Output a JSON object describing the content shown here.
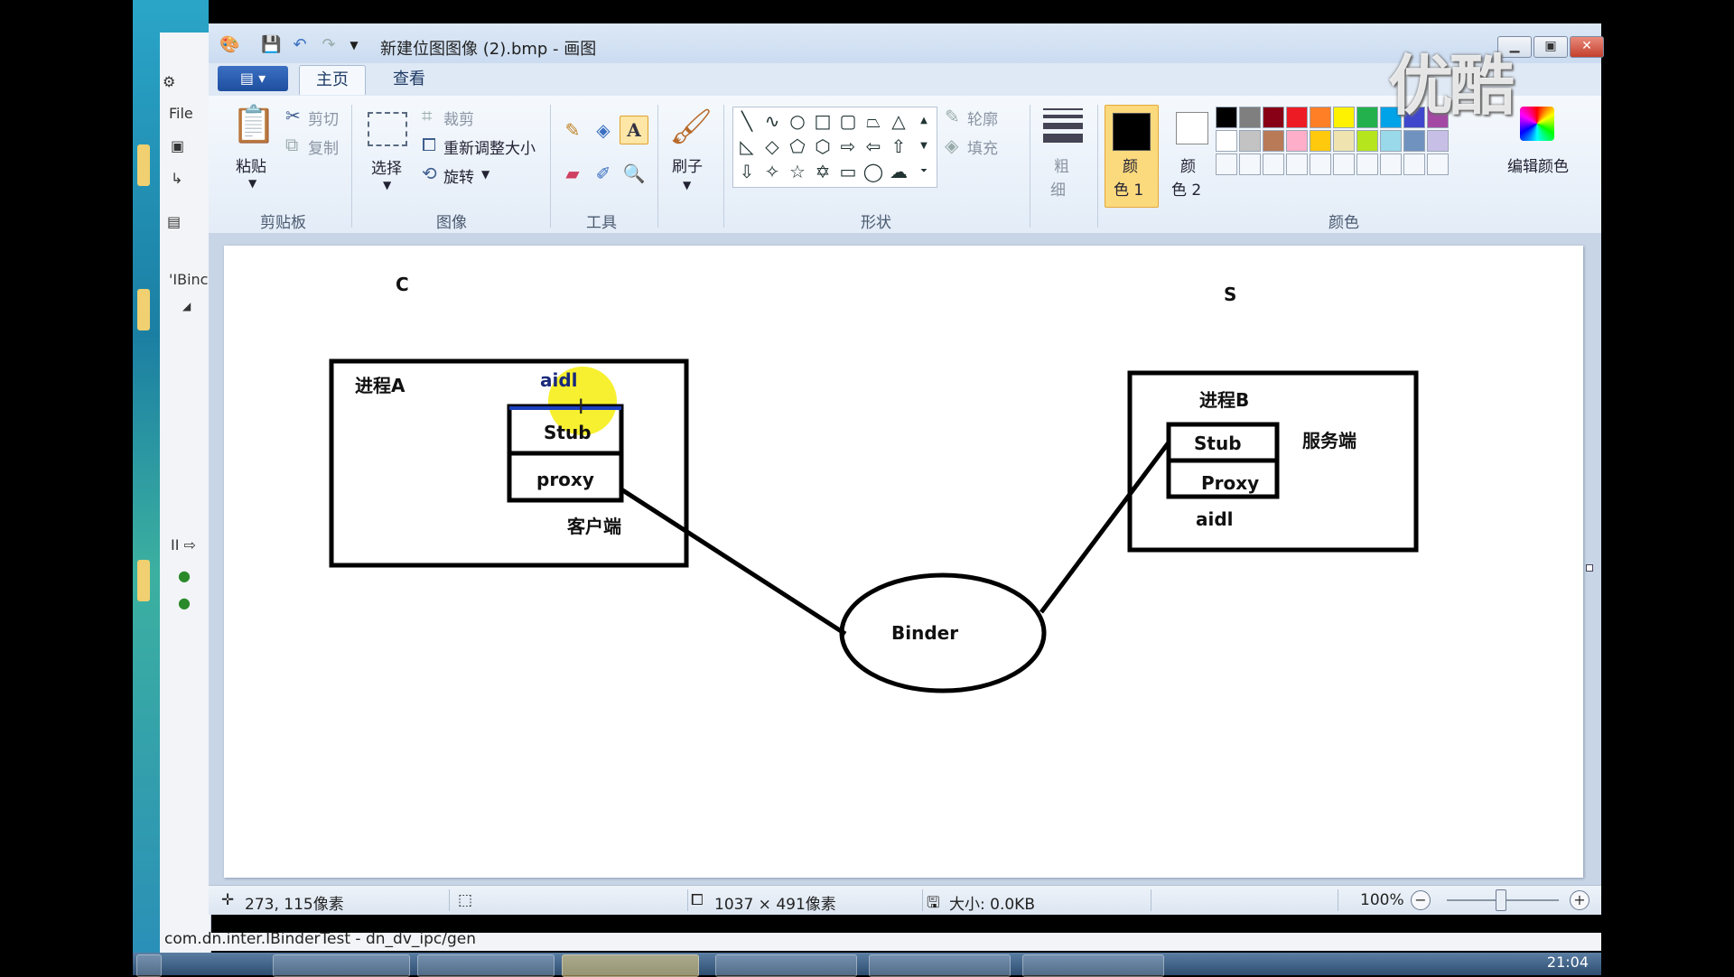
{
  "window": {
    "title": "新建位图图像 (2).bmp - 画图"
  },
  "tabs": [
    {
      "label": "主页"
    },
    {
      "label": "查看"
    }
  ],
  "ribbon": {
    "clipboard": {
      "label": "剪贴板",
      "paste": "粘贴",
      "cut": "剪切",
      "copy": "复制"
    },
    "image": {
      "label": "图像",
      "select": "选择",
      "crop": "裁剪",
      "resize": "重新调整大小",
      "rotate": "旋转"
    },
    "tools": {
      "label": "工具"
    },
    "brushes": {
      "label": "刷子"
    },
    "shapes": {
      "label": "形状",
      "outline": "轮廓",
      "fill": "填充"
    },
    "size": {
      "label_top": "粗",
      "label_bottom": "细"
    },
    "colors": {
      "label": "颜色",
      "color1_top": "颜",
      "color1_bottom": "色 1",
      "color2_top": "颜",
      "color2_bottom": "色 2",
      "edit": "编辑颜色",
      "palette_row1": [
        "#000000",
        "#7f7f7f",
        "#880015",
        "#ed1c24",
        "#ff7f27",
        "#fff200",
        "#22b14c",
        "#00a2e8",
        "#3f48cc",
        "#a349a4"
      ],
      "palette_row2": [
        "#ffffff",
        "#c3c3c3",
        "#b97a57",
        "#ffaec9",
        "#ffc90e",
        "#efe4b0",
        "#b5e61d",
        "#99d9ea",
        "#7092be",
        "#c8bfe7"
      ]
    }
  },
  "diagram": {
    "client_side_letter": "C",
    "server_side_letter": "S",
    "process_a": "进程A",
    "aidl_a": "aidl",
    "stub_a": "Stub",
    "proxy_a": "proxy",
    "client_label": "客户端",
    "process_b": "进程B",
    "stub_b": "Stub",
    "proxy_b": "Proxy",
    "aidl_b": "aidl",
    "server_label": "服务端",
    "binder": "Binder"
  },
  "statusbar": {
    "cursor_pos": "273, 115像素",
    "canvas_size": "1037 × 491像素",
    "file_size": "大小: 0.0KB",
    "zoom": "100%"
  },
  "eclipse": {
    "menu_file": "File",
    "tab_label": "'IBinc",
    "status_text": "com.dn.inter.IBinderTest - dn_dv_ipc/gen"
  },
  "taskbar": {
    "clock": "21:04"
  },
  "watermark": "优酷"
}
